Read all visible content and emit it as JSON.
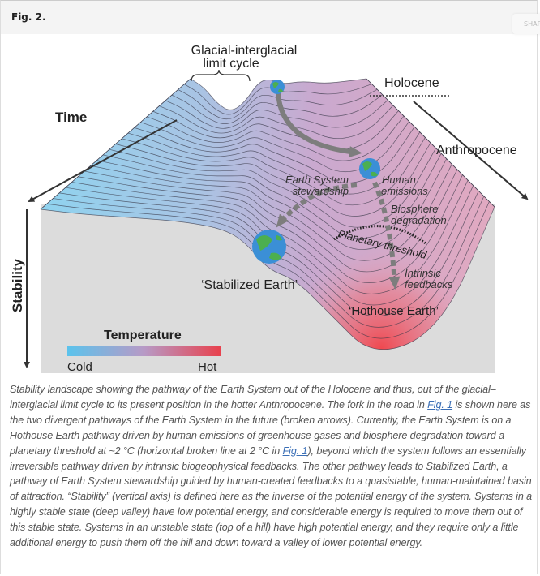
{
  "header": {
    "fig_label": "Fig. 2.",
    "share_label": "SHARE"
  },
  "figure": {
    "glacial_label_1": "Glacial-interglacial",
    "glacial_label_2": "limit cycle",
    "time_label": "Time",
    "holocene_label": "Holocene",
    "anthropocene_label": "Anthropocene",
    "stability_label": "Stability",
    "stewardship_1": "Earth System",
    "stewardship_2": "stewardship",
    "human_1": "Human",
    "human_2": "emissions",
    "biosphere_1": "Biosphere",
    "biosphere_2": "degradation",
    "threshold_label": "Planetary threshold",
    "intrinsic_1": "Intrinsic",
    "intrinsic_2": "feedbacks",
    "stabilized_label": "‘Stabilized Earth’",
    "hothouse_label": "‘Hothouse Earth’",
    "legend": {
      "title": "Temperature",
      "cold": "Cold",
      "hot": "Hot",
      "cold_color": "#5bc3ec",
      "hot_color": "#e8424e"
    }
  },
  "caption": {
    "part1": "Stability landscape showing the pathway of the Earth System out of the Holocene and thus, out of the glacial–interglacial limit cycle to its present position in the hotter Anthropocene. The fork in the road in ",
    "link1": "Fig. 1",
    "part2": " is shown here as the two divergent pathways of the Earth System in the future (broken arrows). Currently, the Earth System is on a Hothouse Earth pathway driven by human emissions of greenhouse gases and biosphere degradation toward a planetary threshold at ~2 °C (horizontal broken line at 2 °C in ",
    "link2": "Fig. 1",
    "part3": "), beyond which the system follows an essentially irreversible pathway driven by intrinsic biogeophysical feedbacks. The other pathway leads to Stabilized Earth, a pathway of Earth System stewardship guided by human-created feedbacks to a quasistable, human-maintained basin of attraction. “Stability” (vertical axis) is defined here as the inverse of the potential energy of the system. Systems in a highly stable state (deep valley) have low potential energy, and considerable energy is required to move them out of this stable state. Systems in an unstable state (top of a hill) have high potential energy, and they require only a little additional energy to push them off the hill and down toward a valley of lower potential energy."
  }
}
